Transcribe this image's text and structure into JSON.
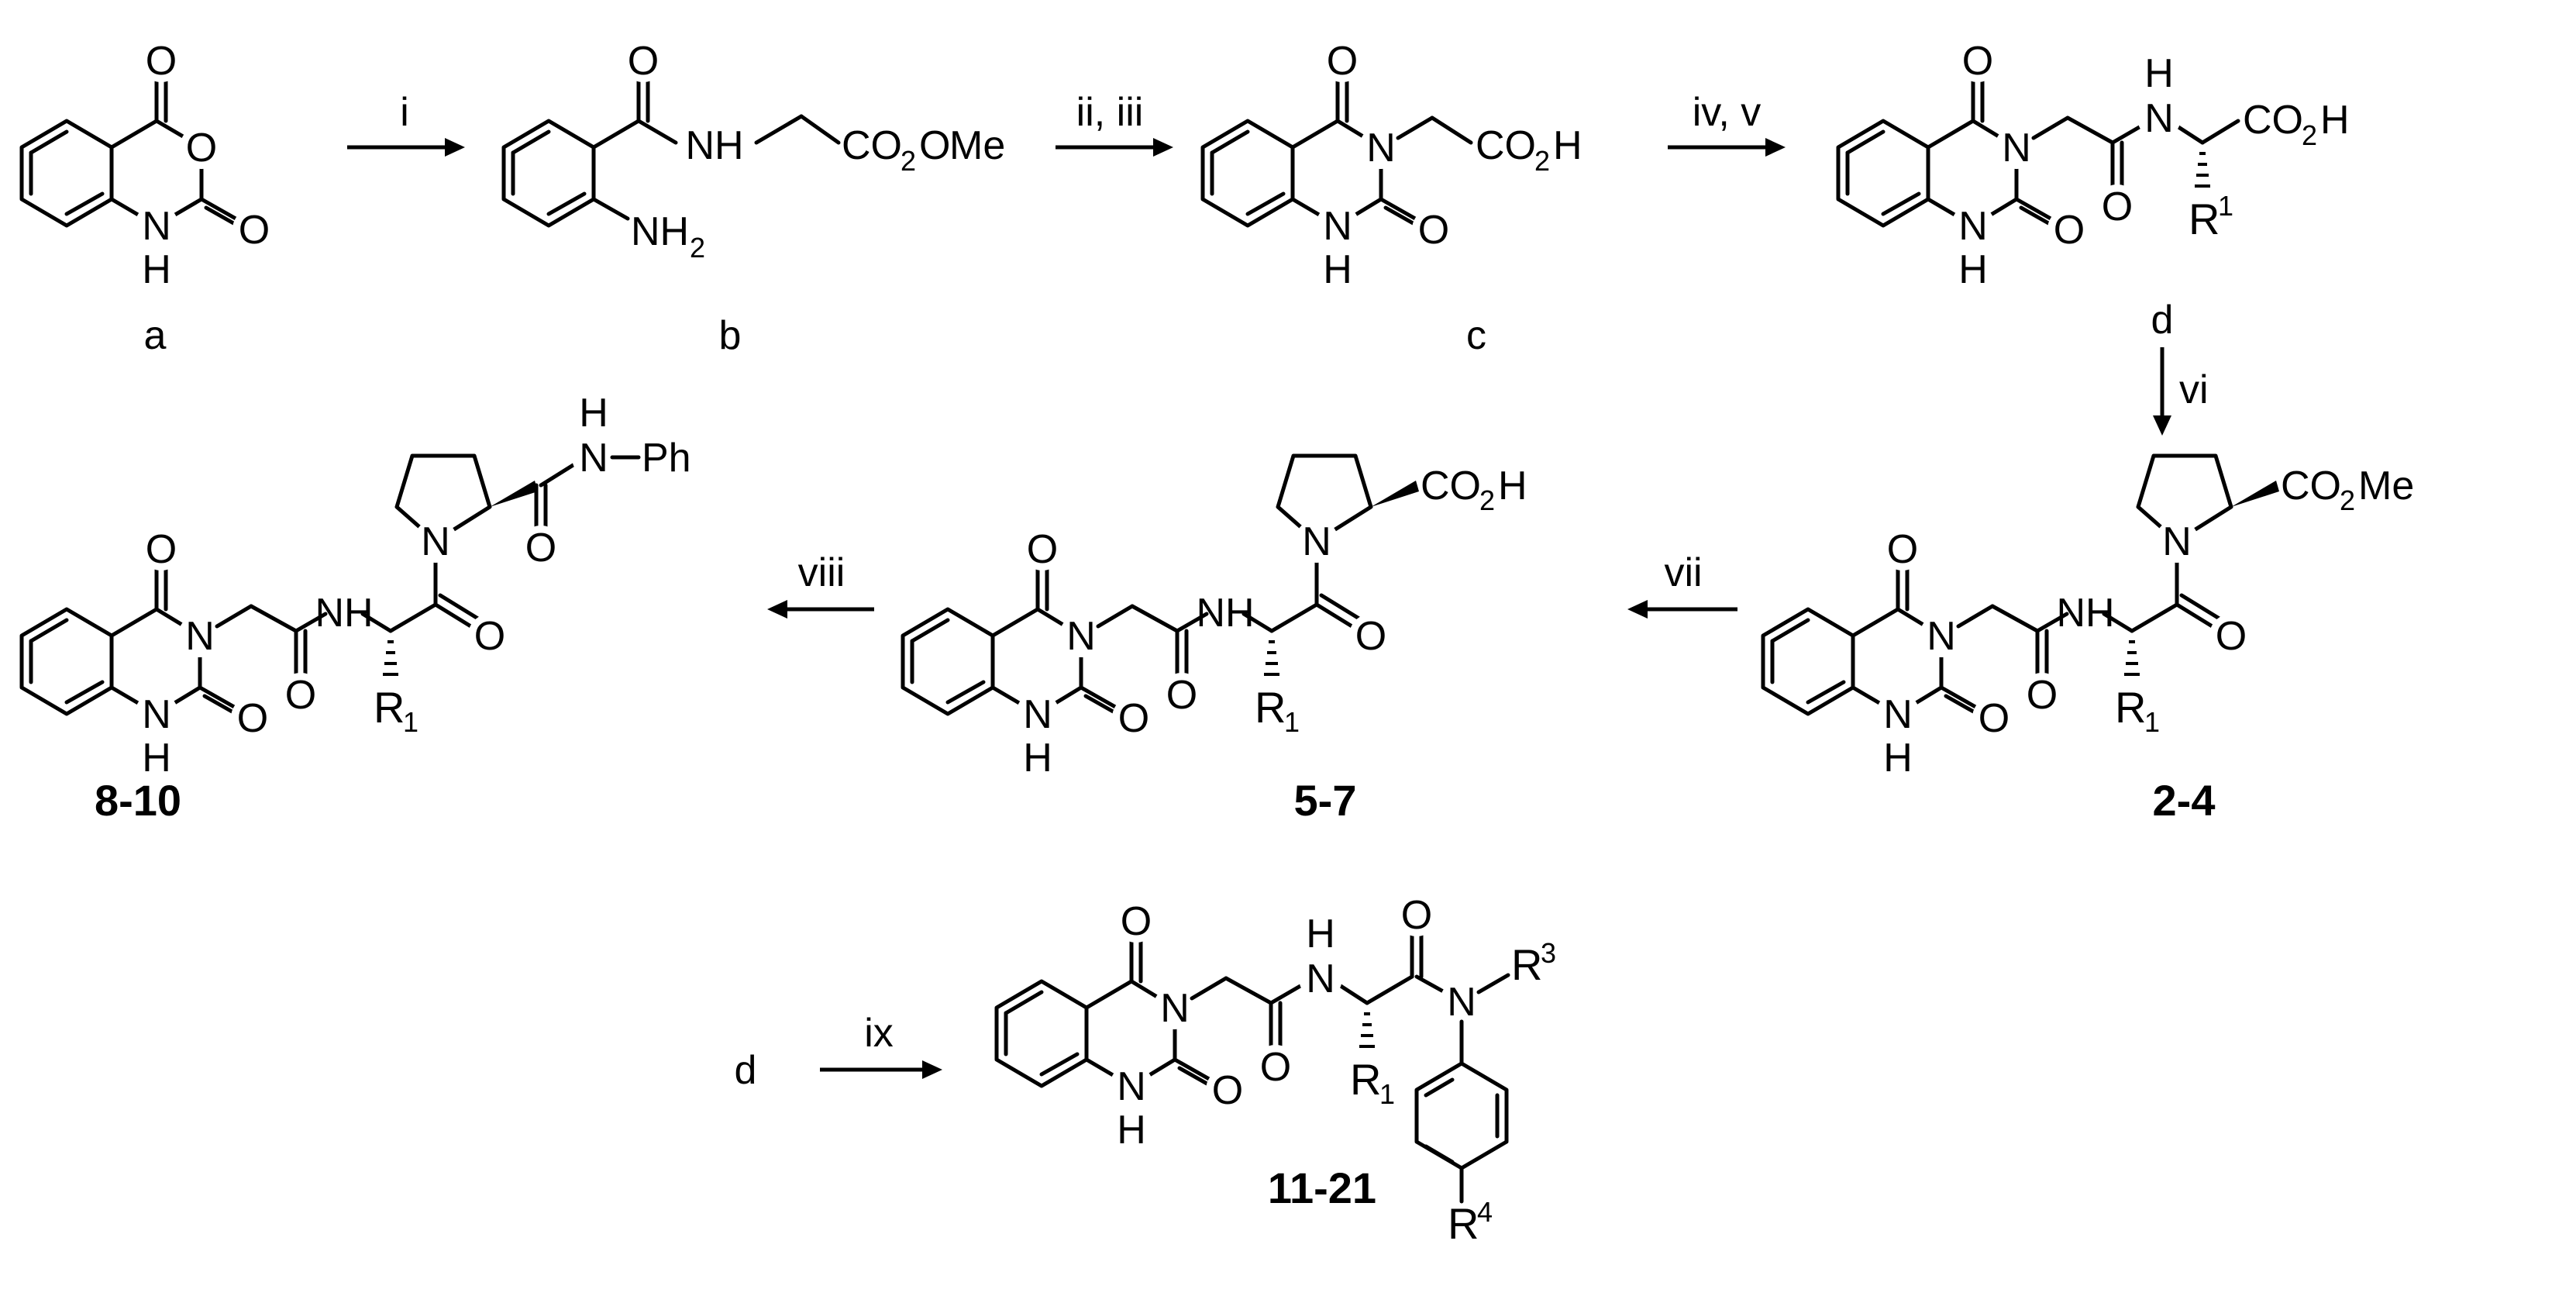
{
  "labels": {
    "a": "a",
    "b": "b",
    "c": "c",
    "d": "d",
    "d2": "d",
    "c2_4": "2-4",
    "c5_7": "5-7",
    "c8_10": "8-10",
    "c11_21": "11-21"
  },
  "reagents": {
    "i": "i",
    "ii_iii": "ii, iii",
    "iv_v": "iv, v",
    "vi": "vi",
    "vii": "vii",
    "viii": "viii",
    "ix": "ix"
  },
  "atoms": {
    "O": "O",
    "H": "H",
    "N": "N",
    "NH": "NH",
    "NH2": "NH",
    "two": "2",
    "CO": "CO",
    "OMe": "Me",
    "OH": "H",
    "R": "R",
    "sup1": "1",
    "sub1": "1",
    "R3": "R",
    "sup3": "3",
    "R4": "R",
    "sup4": "4",
    "Ph": "Ph"
  }
}
